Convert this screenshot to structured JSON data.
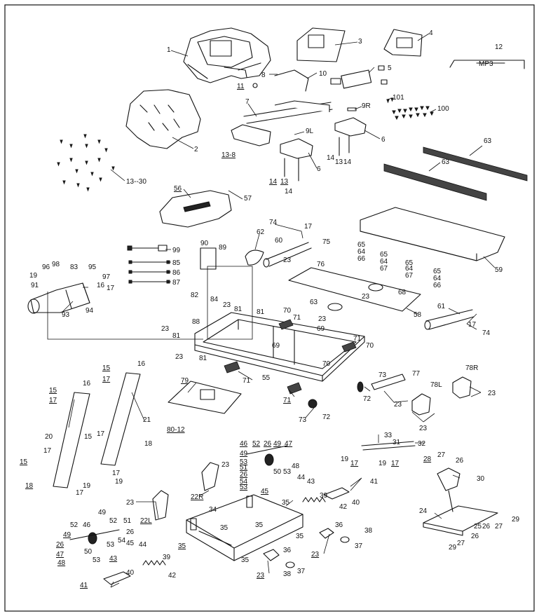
{
  "labels": {
    "p1": "1",
    "p2": "2",
    "p3": "3",
    "p4": "4",
    "p5": "5",
    "p8": "8",
    "p10": "10",
    "p11": "11",
    "p12": "12",
    "mp3": "MP3",
    "p7": "7",
    "p9r": "9R",
    "p9l": "9L",
    "p101": "101",
    "p100": "100",
    "p6a": "6",
    "p6b": "6",
    "p13_8": "13-8",
    "p14a": "14",
    "p13a": "13",
    "p14b": "14",
    "p14c": "14",
    "p13b": "13",
    "p14d": "14",
    "p13_30": "13--30",
    "p63a": "63",
    "p63b": "63",
    "p56": "56",
    "p57": "57",
    "p74a": "74",
    "p17a": "17",
    "p62": "62",
    "p60": "60",
    "p75": "75",
    "p23a": "23",
    "p76": "76",
    "p65a": "65",
    "p64a": "64",
    "p66a": "66",
    "p65b": "65",
    "p64b": "64",
    "p67a": "67",
    "p65c": "65",
    "p64c": "64",
    "p67b": "67",
    "p65d": "65",
    "p64d": "64",
    "p66b": "66",
    "p59": "59",
    "p68": "68",
    "p23b": "23",
    "p58": "58",
    "p99": "99",
    "p85": "85",
    "p86": "86",
    "p87": "87",
    "p89": "89",
    "p90": "90",
    "p96": "96",
    "p98": "98",
    "p83": "83",
    "p95": "95",
    "p19a": "19",
    "p97": "97",
    "p91": "91",
    "p16a": "16",
    "p17b": "17",
    "p93": "93",
    "p94": "94",
    "p82": "82",
    "p84": "84",
    "p23c": "23",
    "p81a": "81",
    "p88": "88",
    "p23d": "23",
    "p81b": "81",
    "p81c": "81",
    "p70a": "70",
    "p71a": "71",
    "p63c": "63",
    "p23e": "23",
    "p69a": "69",
    "p61": "61",
    "p17c": "17",
    "p74b": "74",
    "p23f": "23",
    "p81d": "81",
    "p69b": "69",
    "p71b": "71",
    "p70b": "70",
    "p55": "55",
    "p70c": "70",
    "p71c": "71",
    "p73a": "73",
    "p77": "77",
    "p78r": "78R",
    "p72a": "72",
    "p78l": "78L",
    "p23g": "23",
    "p23h": "23",
    "p23i": "23",
    "p71d": "71",
    "p73b": "73",
    "p72b": "72",
    "p79": "79",
    "p80_12": "80-12",
    "p15a": "15",
    "p16b": "16",
    "p17d": "17",
    "p15b": "15",
    "p16c": "16",
    "p17e": "17",
    "p20": "20",
    "p21": "21",
    "p15c": "15",
    "p17f": "17",
    "p18a": "18",
    "p17g": "17",
    "p15d": "15",
    "p17h": "17",
    "p19b": "19",
    "p18b": "18",
    "p19c": "19",
    "p17i": "17",
    "p46a": "46",
    "p52a": "52",
    "p26a": "26",
    "p49a": "49",
    "p47a": "47",
    "p49b": "49",
    "p53a": "53",
    "p51a": "51",
    "p26b": "26",
    "p50a": "50",
    "p53b": "53",
    "p48a": "48",
    "p54a": "54",
    "p53c": "53",
    "p44a": "44",
    "p43a": "43",
    "p45a": "45",
    "p39a": "39",
    "p42a": "42",
    "p41a": "41",
    "p40a": "40",
    "p33": "33",
    "p31": "31",
    "p32": "32",
    "p19d": "19",
    "p17j": "17",
    "p19e": "19",
    "p17k": "17",
    "p28": "28",
    "p27a": "27",
    "p26c": "26",
    "p30": "30",
    "p23j": "23",
    "p22r": "22R",
    "p23k": "23",
    "p22l": "22L",
    "p34": "34",
    "p35a": "35",
    "p35b": "35",
    "p35c": "35",
    "p35d": "35",
    "p35e": "35",
    "p35f": "35",
    "p36a": "36",
    "p36b": "36",
    "p38a": "38",
    "p37a": "37",
    "p23l": "23",
    "p38b": "38",
    "p37b": "37",
    "p23m": "23",
    "p49c": "49",
    "p52b": "52",
    "p51b": "51",
    "p46b": "46",
    "p26d": "26",
    "p26e": "26",
    "p47b": "47",
    "p48b": "48",
    "p50b": "50",
    "p53d": "53",
    "p54b": "54",
    "p45b": "45",
    "p44b": "44",
    "p43b": "43",
    "p39b": "39",
    "p42b": "42",
    "p41b": "41",
    "p40b": "40",
    "p24": "24",
    "p25": "25",
    "p26f": "26",
    "p26g": "26",
    "p27b": "27",
    "p29a": "29",
    "p27c": "27",
    "p29b": "29"
  }
}
